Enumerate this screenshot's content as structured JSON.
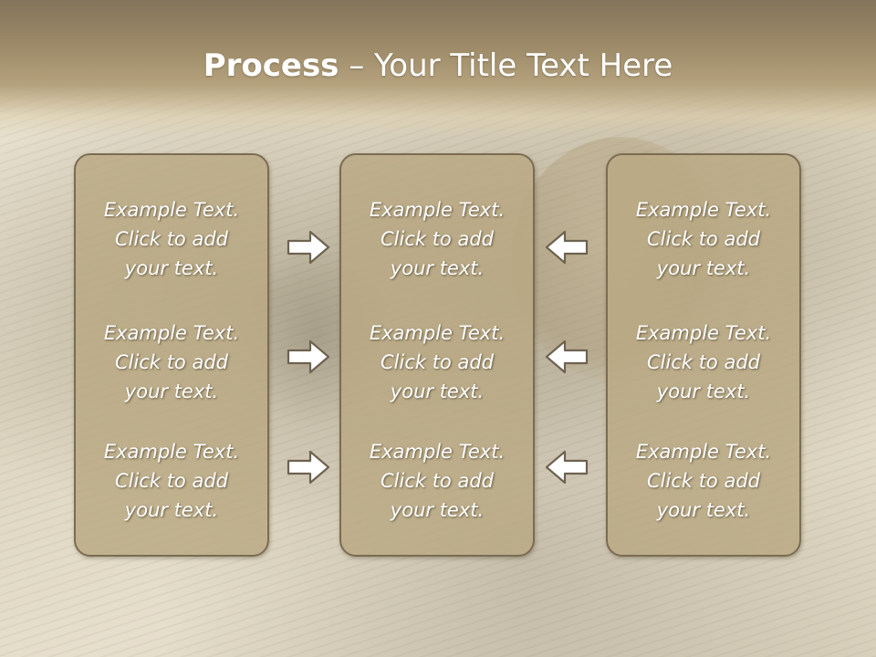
{
  "slide": {
    "title_bold": "Process",
    "title_rest": " – Your Title Text Here"
  },
  "columns": [
    {
      "items": [
        {
          "line1": "Example Text.",
          "line2": "Click  to add",
          "line3": "your text."
        },
        {
          "line1": "Example Text.",
          "line2": "Click  to add",
          "line3": "your text."
        },
        {
          "line1": "Example Text.",
          "line2": "Click  to add",
          "line3": "your text."
        }
      ]
    },
    {
      "items": [
        {
          "line1": "Example Text.",
          "line2": "Click  to add",
          "line3": "your text."
        },
        {
          "line1": "Example Text.",
          "line2": "Click  to add",
          "line3": "your text."
        },
        {
          "line1": "Example Text.",
          "line2": "Click  to add",
          "line3": "your text."
        }
      ]
    },
    {
      "items": [
        {
          "line1": "Example Text.",
          "line2": "Click  to add",
          "line3": "your text."
        },
        {
          "line1": "Example Text.",
          "line2": "Click  to add",
          "line3": "your text."
        },
        {
          "line1": "Example Text.",
          "line2": "Click  to add",
          "line3": "your text."
        }
      ]
    }
  ],
  "arrows": {
    "left_group": "arrow-right-icon",
    "right_group": "arrow-left-icon"
  },
  "colors": {
    "header": "#9d8b69",
    "box_fill": "#baa882",
    "box_border": "#7b6c52",
    "text": "#ffffff"
  }
}
